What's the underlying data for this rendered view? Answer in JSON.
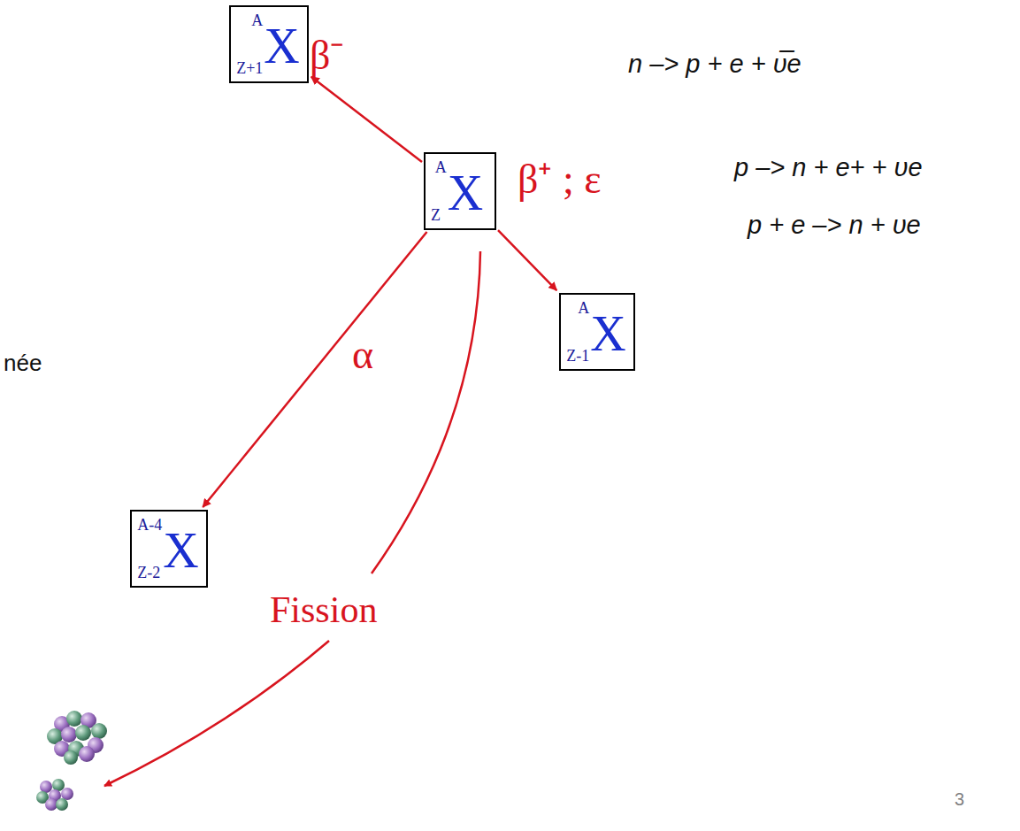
{
  "diagram": {
    "nodes": [
      {
        "text": [
          "A",
          "X",
          "Z+1"
        ]
      },
      {
        "text": [
          "A",
          "X",
          "Z"
        ]
      },
      {
        "text": [
          "A",
          "X",
          "Z-1"
        ]
      },
      {
        "text": [
          "A-4",
          "X",
          "Z-2"
        ]
      }
    ],
    "edges": [
      {
        "from": 1,
        "to": 0,
        "label": "β⁻",
        "arrow": "to"
      },
      {
        "from": 1,
        "to": 2,
        "label": "β⁺ ; ε",
        "arrow": "to"
      },
      {
        "from": 1,
        "to": 3,
        "label": "α",
        "arrow": "to"
      }
    ],
    "labels": [
      "n –> p + e + υ̅e",
      "p –> n + e+ + υe",
      "p + e –> n + υe",
      "née",
      "Fission",
      "3"
    ]
  }
}
